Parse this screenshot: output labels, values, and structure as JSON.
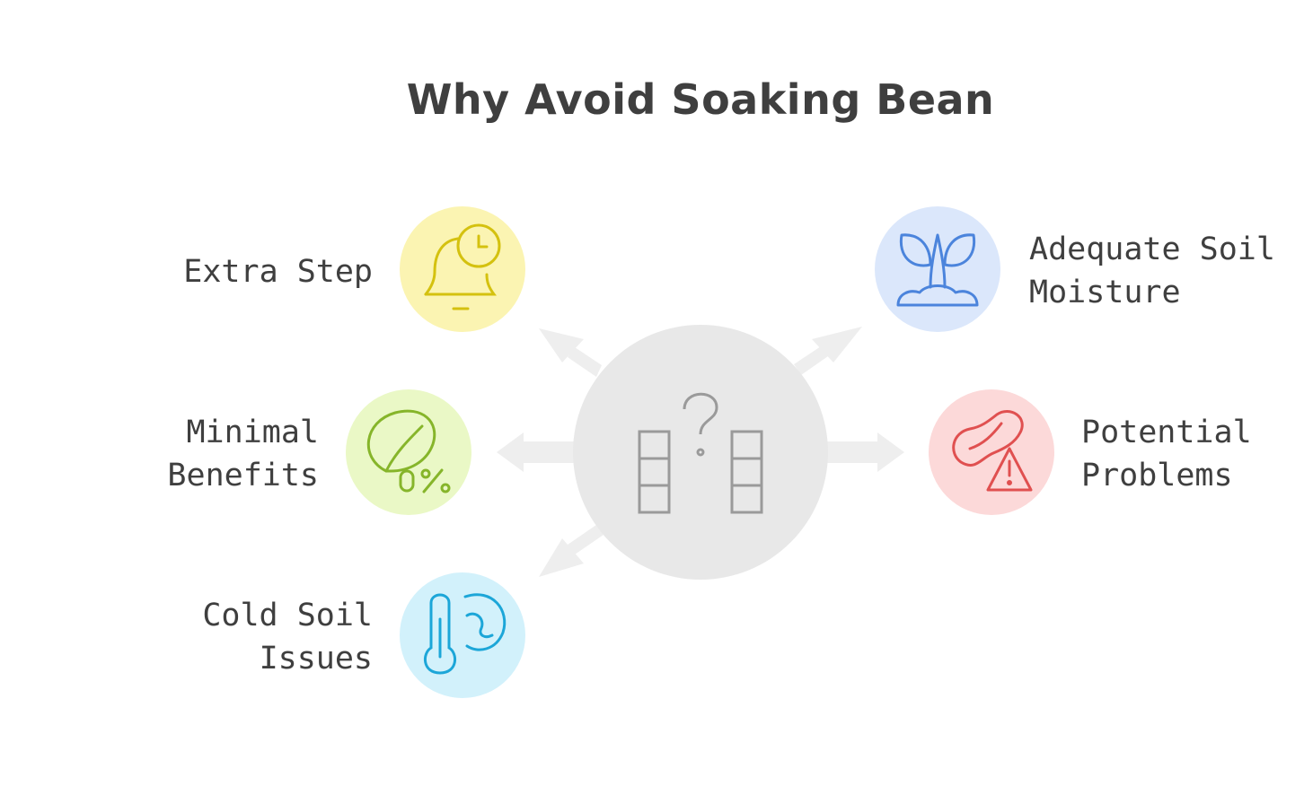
{
  "title": "Why Avoid Soaking Bean",
  "center": {
    "icon": "bar-comparison-question-icon"
  },
  "items": [
    {
      "key": "extra_step",
      "label_lines": [
        "Extra Step"
      ],
      "icon": "bell-clock-icon",
      "color": "#d4c10f",
      "bg": "#fbf4b2",
      "side": "left"
    },
    {
      "key": "minimal_benefits",
      "label_lines": [
        "Minimal",
        "Benefits"
      ],
      "icon": "leaf-zero-percent-icon",
      "color": "#86b52a",
      "bg": "#eaf8c6",
      "side": "left"
    },
    {
      "key": "cold_soil",
      "label_lines": [
        "Cold Soil",
        "Issues"
      ],
      "icon": "thermometer-globe-icon",
      "color": "#1ca6d8",
      "bg": "#d2f1fb",
      "side": "left"
    },
    {
      "key": "adequate_moisture",
      "label_lines": [
        "Adequate Soil",
        "Moisture"
      ],
      "icon": "sprout-soil-icon",
      "color": "#4b84dc",
      "bg": "#dbe7fb",
      "side": "right"
    },
    {
      "key": "potential_problems",
      "label_lines": [
        "Potential",
        "Problems"
      ],
      "icon": "bean-warning-icon",
      "color": "#e05050",
      "bg": "#fcd9d9",
      "side": "right"
    }
  ],
  "colors": {
    "hub": "#e8e8e8",
    "arrow": "#eeeeee",
    "text": "#3f3f3f",
    "hub_icon": "#9a9a9a"
  }
}
